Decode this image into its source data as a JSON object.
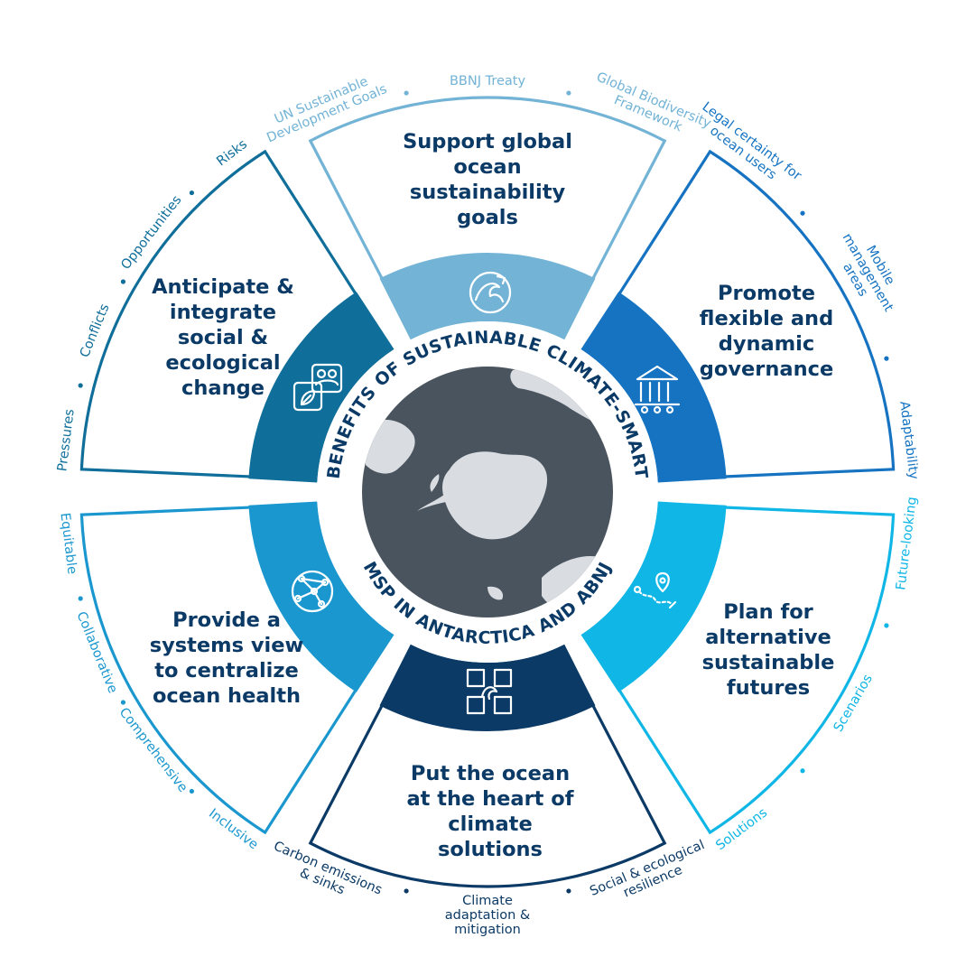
{
  "ring_text": {
    "top": "BENEFITS OF SUSTAINABLE CLIMATE-SMART",
    "bottom": "MSP IN ANTARCTICA AND ABNJ"
  },
  "colors": {
    "navy": "#0b3a66",
    "globe": "#4a545e",
    "land": "#d9dde2",
    "segment_top": "#72b3d6",
    "segment_top_right": "#1573c2",
    "segment_bottom_right": "#0fb6e6",
    "segment_bottom": "#0b3a66",
    "segment_bottom_left": "#1b97cf",
    "segment_top_left": "#0f6e9a"
  },
  "segments": [
    {
      "key": "top",
      "title_lines": [
        "Support global",
        "ocean",
        "sustainability",
        "goals"
      ],
      "icon": "wave-icon",
      "outer_labels": [
        {
          "lines": [
            "UN Sustainable",
            "Development Goals"
          ]
        },
        {
          "lines": [
            "BBNJ Treaty"
          ]
        },
        {
          "lines": [
            "Global Biodiversity",
            "Framework"
          ]
        }
      ]
    },
    {
      "key": "top-right",
      "title_lines": [
        "Promote",
        "flexible and",
        "dynamic",
        "governance"
      ],
      "icon": "institution-icon",
      "outer_labels": [
        {
          "lines": [
            "Legal certainty for",
            "ocean users"
          ]
        },
        {
          "lines": [
            "Mobile",
            "management",
            "areas"
          ]
        },
        {
          "lines": [
            "Adaptability"
          ]
        }
      ]
    },
    {
      "key": "bottom-right",
      "title_lines": [
        "Plan for",
        "alternative",
        "sustainable",
        "futures"
      ],
      "icon": "route-pin-icon",
      "outer_labels": [
        {
          "lines": [
            "Solutions"
          ]
        },
        {
          "lines": [
            "Scenarios"
          ]
        },
        {
          "lines": [
            "Future-looking"
          ]
        }
      ]
    },
    {
      "key": "bottom",
      "title_lines": [
        "Put the ocean",
        "at the heart of",
        "climate",
        "solutions"
      ],
      "icon": "puzzle-wave-icon",
      "outer_labels": [
        {
          "lines": [
            "Carbon emissions",
            "& sinks"
          ]
        },
        {
          "lines": [
            "Climate",
            "adaptation &",
            "mitigation"
          ]
        },
        {
          "lines": [
            "Social & ecological",
            "resilience"
          ]
        }
      ]
    },
    {
      "key": "bottom-left",
      "title_lines": [
        "Provide a",
        "systems view",
        "to centralize",
        "ocean health"
      ],
      "icon": "network-globe-icon",
      "outer_labels": [
        {
          "lines": [
            "Equitable"
          ]
        },
        {
          "lines": [
            "Collaborative"
          ]
        },
        {
          "lines": [
            "Comprehensive"
          ]
        },
        {
          "lines": [
            "Inclusive"
          ]
        }
      ]
    },
    {
      "key": "top-left",
      "title_lines": [
        "Anticipate &",
        "integrate",
        "social &",
        "ecological",
        "change"
      ],
      "icon": "people-leaf-icon",
      "outer_labels": [
        {
          "lines": [
            "Pressures"
          ]
        },
        {
          "lines": [
            "Conflicts"
          ]
        },
        {
          "lines": [
            "Opportunities"
          ]
        },
        {
          "lines": [
            "Risks"
          ]
        }
      ]
    }
  ]
}
